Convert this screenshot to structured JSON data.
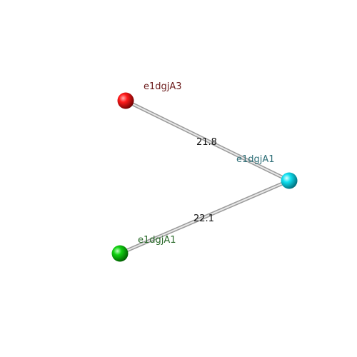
{
  "nodes": [
    {
      "id": "red",
      "label": "e1dgjA3",
      "color": "#e00000",
      "label_color": "#6b1a1a"
    },
    {
      "id": "cyan",
      "label": "e1dgjA1",
      "color": "#00d8e8",
      "label_color": "#2f6f78"
    },
    {
      "id": "green",
      "label": "e1dgjA1",
      "color": "#00c800",
      "label_color": "#2a6a2a"
    }
  ],
  "edges": [
    {
      "from": "red",
      "to": "cyan",
      "label": "21.8"
    },
    {
      "from": "green",
      "to": "cyan",
      "label": "22.1"
    }
  ],
  "colors": {
    "edge_stroke": "#bdbdbd",
    "edge_highlight": "#ececec"
  }
}
